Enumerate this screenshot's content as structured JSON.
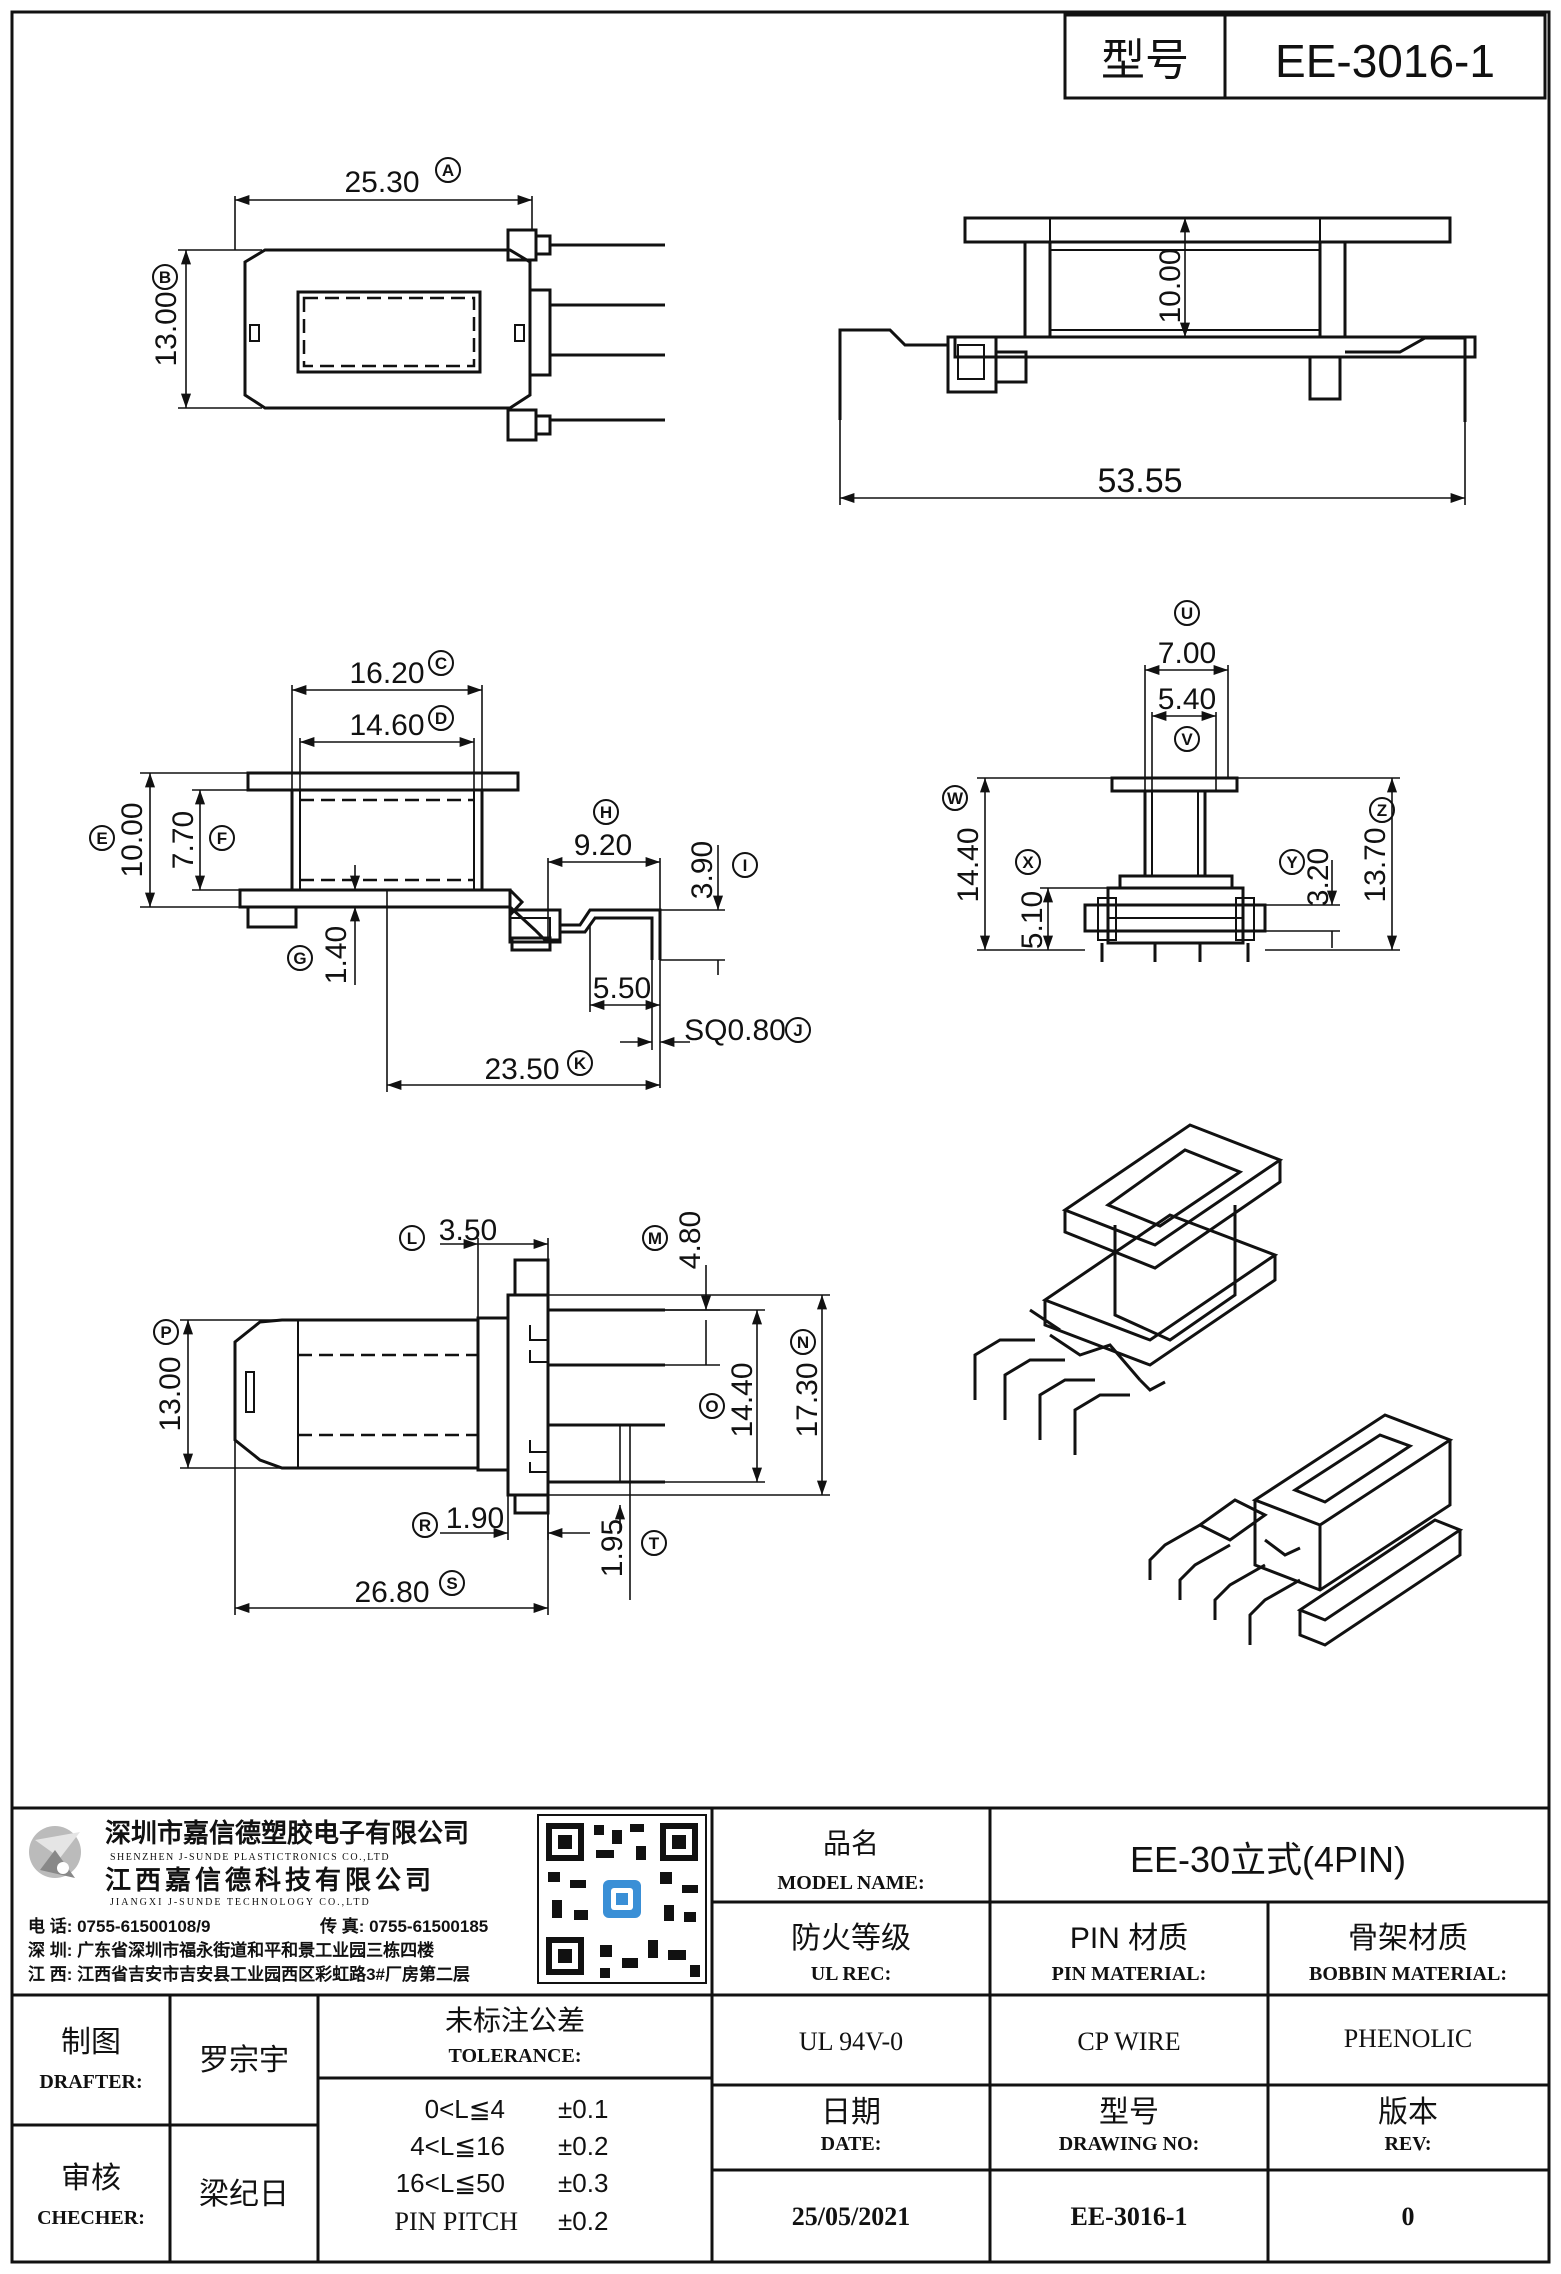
{
  "header": {
    "model_label": "型号",
    "model_value": "EE-3016-1"
  },
  "views": {
    "top": {
      "width": "25.30",
      "width_ref": "A",
      "height": "13.00",
      "height_ref": "B"
    },
    "front_long": {
      "height": "10.00",
      "length": "53.55"
    },
    "side": {
      "c": "16.20",
      "c_ref": "C",
      "d": "14.60",
      "d_ref": "D",
      "e": "10.00",
      "e_ref": "E",
      "f": "7.70",
      "f_ref": "F",
      "g": "1.40",
      "g_ref": "G",
      "h": "9.20",
      "h_ref": "H",
      "i": "3.90",
      "i_ref": "I",
      "j": "SQ0.80",
      "j_ref": "J",
      "k": "23.50",
      "k_ref": "K",
      "five_fifty": "5.50"
    },
    "end": {
      "u": "7.00",
      "u_ref": "U",
      "v": "5.40",
      "v_ref": "V",
      "w": "14.40",
      "w_ref": "W",
      "x": "5.10",
      "x_ref": "X",
      "y": "3.20",
      "y_ref": "Y",
      "z": "13.70",
      "z_ref": "Z"
    },
    "bottom": {
      "l": "3.50",
      "l_ref": "L",
      "m": "4.80",
      "m_ref": "M",
      "n": "17.30",
      "n_ref": "N",
      "o": "14.40",
      "o_ref": "O",
      "p": "13.00",
      "p_ref": "P",
      "r": "1.90",
      "r_ref": "R",
      "s": "26.80",
      "s_ref": "S",
      "t": "1.95",
      "t_ref": "T"
    }
  },
  "company": {
    "name_sz": "深圳市嘉信德塑胶电子有限公司",
    "name_sz_en": "SHENZHEN J-SUNDE PLASTICTRONICS CO.,LTD",
    "name_jx": "江西嘉信德科技有限公司",
    "name_jx_en": "JIANGXI J-SUNDE TECHNOLOGY CO.,LTD",
    "tel": "电 话: 0755-61500108/9",
    "fax": "传 真: 0755-61500185",
    "addr_sz": "深 圳: 广东省深圳市福永街道和平和景工业园三栋四楼",
    "addr_jx": "江 西: 江西省吉安市吉安县工业园西区彩虹路3#厂房第二层"
  },
  "title_block": {
    "model_name_cn": "品名",
    "model_name_en": "MODEL NAME:",
    "model_name_value": "EE-30立式(4PIN)",
    "ul_cn": "防火等级",
    "ul_en": "UL REC:",
    "ul_value": "UL 94V-0",
    "pin_cn": "PIN 材质",
    "pin_en": "PIN MATERIAL:",
    "pin_value": "CP WIRE",
    "bobbin_cn": "骨架材质",
    "bobbin_en": "BOBBIN MATERIAL:",
    "bobbin_value": "PHENOLIC",
    "drafter_cn": "制图",
    "drafter_en": "DRAFTER:",
    "drafter_value": "罗宗宇",
    "checker_cn": "审核",
    "checker_en": "CHECHER:",
    "checker_value": "梁纪日",
    "tol_cn": "未标注公差",
    "tol_en": "TOLERANCE:",
    "tolerances": [
      {
        "range": "0<L≦4",
        "value": "±0.1"
      },
      {
        "range": "4<L≦16",
        "value": "±0.2"
      },
      {
        "range": "16<L≦50",
        "value": "±0.3"
      },
      {
        "range": "PIN PITCH",
        "value": "±0.2"
      }
    ],
    "date_cn": "日期",
    "date_en": "DATE:",
    "date_value": "25/05/2021",
    "dwg_cn": "型号",
    "dwg_en": "DRAWING NO:",
    "dwg_value": "EE-3016-1",
    "rev_cn": "版本",
    "rev_en": "REV:",
    "rev_value": "0"
  }
}
